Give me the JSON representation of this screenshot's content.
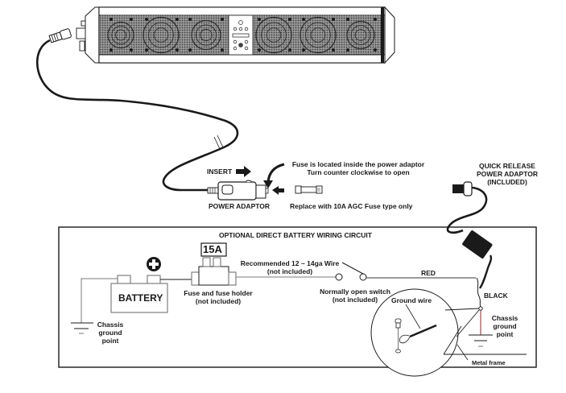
{
  "device": {
    "name": "Soundbar speaker unit",
    "control_panel_icons": [
      "power-button",
      "menu-buttons",
      "display",
      "navigation-buttons"
    ]
  },
  "adaptor": {
    "insert_label": "INSERT",
    "power_adaptor_label": "POWER ADAPTOR",
    "fuse_note_line1": "Fuse is located inside the power adaptor",
    "fuse_note_line2": "Turn counter clockwise to open",
    "fuse_replace_note": "Replace with 10A AGC Fuse type only"
  },
  "quick_release": {
    "line1": "QUICK RELEASE",
    "line2": "POWER ADAPTOR",
    "line3": "(INCLUDED)"
  },
  "circuit": {
    "title": "OPTIONAL DIRECT BATTERY WIRING CIRCUIT",
    "fuse_rating": "15A",
    "battery_label": "BATTERY",
    "positive_symbol": "+",
    "fuse_holder_line1": "Fuse and fuse holder",
    "fuse_holder_line2": "(not included)",
    "wire_line1": "Recommended 12 ~ 14ga Wire",
    "wire_line2": "(not included)",
    "switch_line1": "Normally open switch",
    "switch_line2": "(not included)",
    "red_label": "RED",
    "black_label": "BLACK",
    "ground_left_line1": "Chassis",
    "ground_left_line2": "ground",
    "ground_left_line3": "point",
    "ground_right_line1": "Chassis",
    "ground_right_line2": "ground",
    "ground_right_line3": "point",
    "ground_wire_label": "Ground wire",
    "metal_frame_label": "Metal frame"
  },
  "colors": {
    "line": "#1a1a1a",
    "grille": "#6b6b6b",
    "wire_gray": "#7a7a7a",
    "ground_wire_red": "#8b2a2a"
  }
}
